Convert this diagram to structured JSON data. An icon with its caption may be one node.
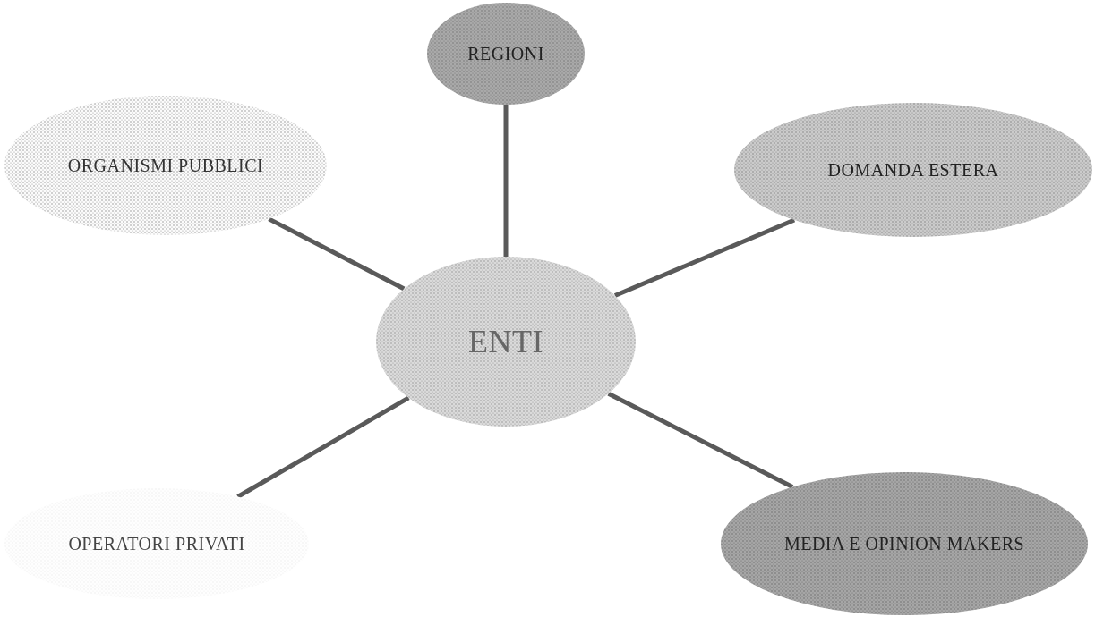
{
  "diagram": {
    "nodes": [
      {
        "text": [
          "REGIONI"
        ]
      },
      {
        "text": [
          "ORGANISMI PUBBLICI"
        ]
      },
      {
        "text": [
          "DOMANDA ESTERA"
        ]
      },
      {
        "text": [
          "ENTI"
        ]
      },
      {
        "text": [
          "OPERATORI PRIVATI"
        ]
      },
      {
        "text": [
          "MEDIA E OPINION MAKERS"
        ]
      }
    ],
    "edges": [
      {
        "from": 3,
        "to": 0,
        "arrow": "none"
      },
      {
        "from": 3,
        "to": 1,
        "arrow": "none"
      },
      {
        "from": 3,
        "to": 2,
        "arrow": "none"
      },
      {
        "from": 3,
        "to": 4,
        "arrow": "none"
      },
      {
        "from": 3,
        "to": 5,
        "arrow": "none"
      }
    ]
  }
}
